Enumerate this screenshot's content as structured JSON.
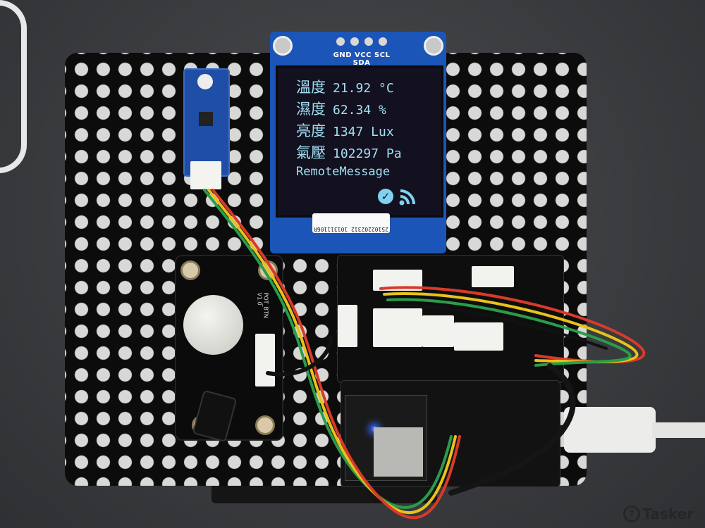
{
  "oled": {
    "pin_labels": "GND VCC SCL SDA",
    "lines": [
      {
        "label": "溫度",
        "value": "21.92 °C"
      },
      {
        "label": "濕度",
        "value": "62.34 %"
      },
      {
        "label": "亮度",
        "value": "1347 Lux"
      },
      {
        "label": "氣壓",
        "value": "102297 Pa"
      }
    ],
    "message": "RemoteMessage",
    "serial_label": "25102202312 101311106R"
  },
  "pot_module": {
    "name": "POT_BTN V1.0"
  },
  "watermark": {
    "text": "Tasker"
  },
  "colors": {
    "oled_text": "#9fe0f2",
    "pcb_blue": "#1c55b8",
    "board": "#0c0c0d"
  }
}
